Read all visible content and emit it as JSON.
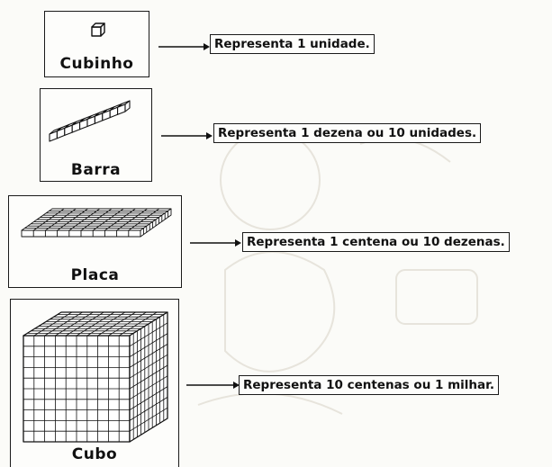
{
  "items": [
    {
      "name": "Cubinho",
      "description": "Representa 1 unidade."
    },
    {
      "name": "Barra",
      "description": "Representa 1 dezena ou 10 unidades."
    },
    {
      "name": "Placa",
      "description": "Representa 1 centena ou 10 dezenas."
    },
    {
      "name": "Cubo",
      "description": "Representa 10 centenas ou 1 milhar."
    }
  ]
}
